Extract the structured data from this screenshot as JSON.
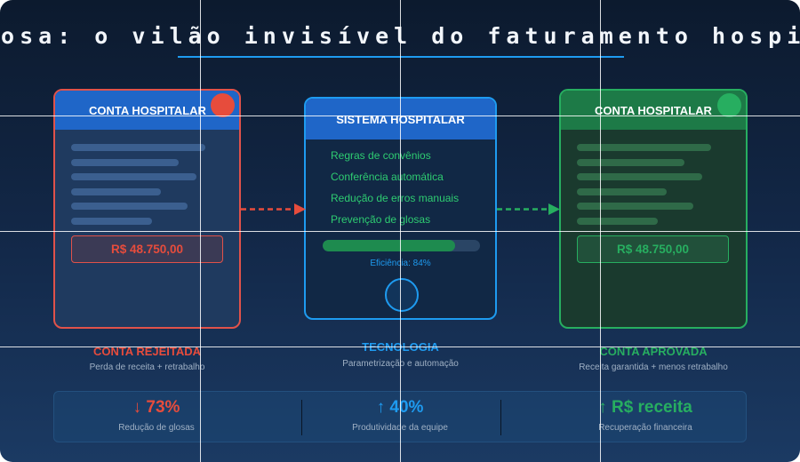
{
  "title": "losa: o vilão invisível do faturamento hospitala",
  "colors": {
    "red": "#e74c3c",
    "blue": "#1e9bf0",
    "green": "#27ae60",
    "background": "#13294a"
  },
  "left_card": {
    "header": "CONTA HOSPITALAR",
    "status_icon": "red-circle-icon",
    "amount": "R$ 48.750,00",
    "caption": "CONTA REJEITADA",
    "subcaption": "Perda de receita + retrabalho"
  },
  "middle_card": {
    "header": "SISTEMA HOSPITALAR",
    "features": [
      "Regras de convênios",
      "Conferência automática",
      "Redução de erros manuais",
      "Prevenção de glosas"
    ],
    "efficiency_label": "Eficiência: 84%",
    "efficiency_value": 0.84,
    "button_icon": "circle-button-icon",
    "caption": "TECNOLOGIA",
    "subcaption": "Parametrização e automação"
  },
  "right_card": {
    "header": "CONTA HOSPITALAR",
    "status_icon": "green-circle-icon",
    "amount": "R$ 48.750,00",
    "caption": "CONTA APROVADA",
    "subcaption": "Receita garantida + menos retrabalho"
  },
  "stats": [
    {
      "value": "↓ 73%",
      "label": "Redução de glosas",
      "color": "#e74c3c"
    },
    {
      "value": "↑ 40%",
      "label": "Produtividade da equipe",
      "color": "#1e9bf0"
    },
    {
      "value": "↑ R$ receita",
      "label": "Recuperação financeira",
      "color": "#27ae60"
    }
  ]
}
